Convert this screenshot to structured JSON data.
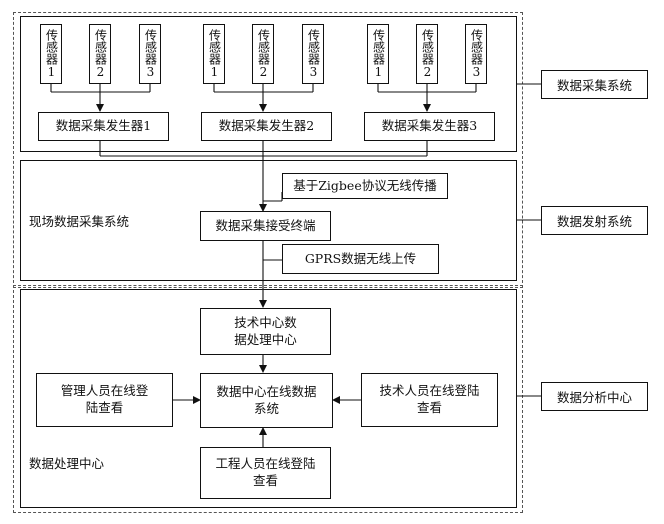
{
  "diagram": {
    "sensor_groups": [
      {
        "sensors": [
          "传感器1",
          "传感器2",
          "传感器3"
        ],
        "generator": "数据采集发生器1"
      },
      {
        "sensors": [
          "传感器1",
          "传感器2",
          "传感器3"
        ],
        "generator": "数据采集发生器2"
      },
      {
        "sensors": [
          "传感器1",
          "传感器2",
          "传感器3"
        ],
        "generator": "数据采集发生器3"
      }
    ],
    "field_system_label": "现场数据采集系统",
    "zigbee": "基于Zigbee协议无线传播",
    "receiver": "数据采集接受终端",
    "gprs": "GPRS数据无线上传",
    "tech_center": "技术中心数据处理中心",
    "online_system": "数据中心在线数据系统",
    "manager_login": "管理人员在线登陆查看",
    "tech_login": "技术人员在线登陆查看",
    "engineer_login": "工程人员在线登陆查看",
    "processing_center_label": "数据处理中心",
    "side_labels": {
      "collection": "数据采集系统",
      "transmission": "数据发射系统",
      "analysis": "数据分析中心"
    }
  }
}
